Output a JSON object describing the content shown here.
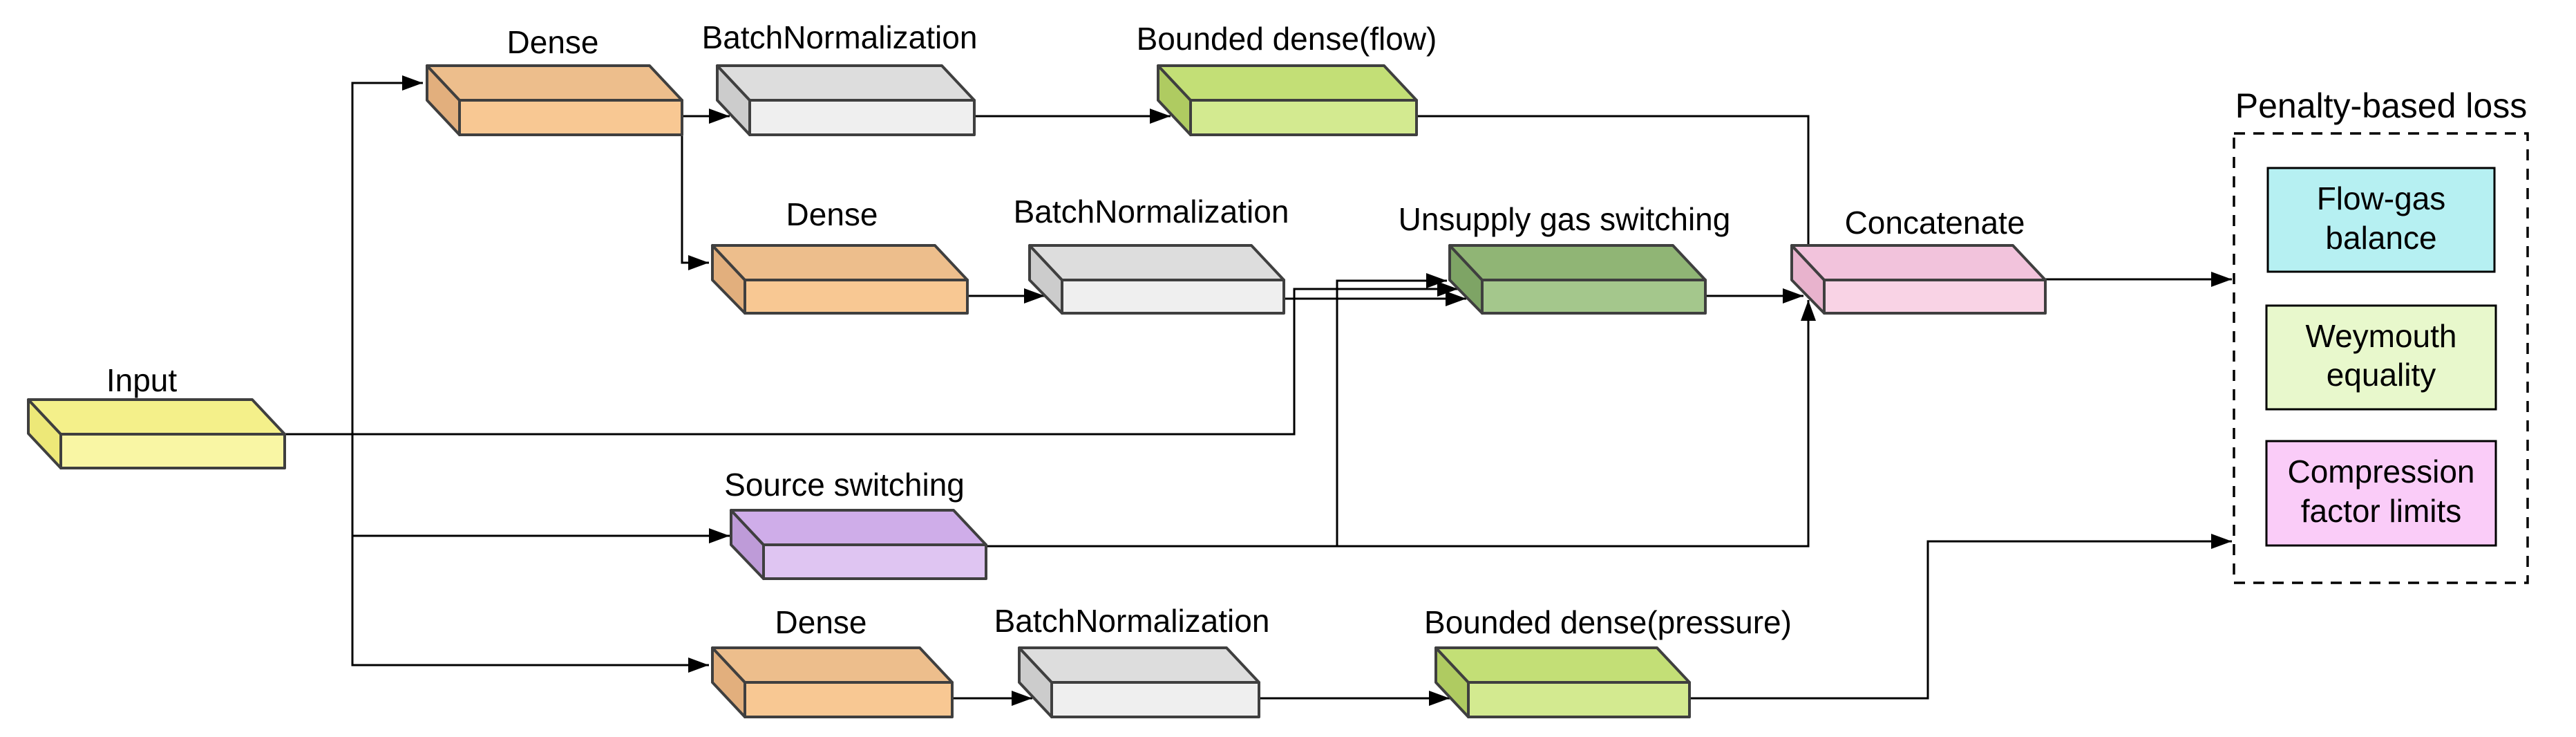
{
  "nodes": {
    "input": {
      "label": "Input"
    },
    "dense1": {
      "label": "Dense"
    },
    "bn1": {
      "label": "BatchNormalization"
    },
    "flow": {
      "label": "Bounded dense(flow)"
    },
    "dense2": {
      "label": "Dense"
    },
    "bn2": {
      "label": "BatchNormalization"
    },
    "unsupply": {
      "label": "Unsupply gas switching"
    },
    "concat": {
      "label": "Concatenate"
    },
    "source": {
      "label": "Source switching"
    },
    "dense3": {
      "label": "Dense"
    },
    "bn3": {
      "label": "BatchNormalization"
    },
    "pressure": {
      "label": "Bounded dense(pressure)"
    }
  },
  "loss_panel": {
    "title": "Penalty-based loss",
    "items": [
      {
        "line1": "Flow-gas",
        "line2": "balance",
        "color": "#b6f0f2"
      },
      {
        "line1": "Weymouth",
        "line2": "equality",
        "color": "#e8f8cc"
      },
      {
        "line1": "Compression",
        "line2": "factor limits",
        "color": "#faccf8"
      }
    ]
  },
  "colors": {
    "yellow": {
      "top": "#f4f08a",
      "front": "#f9f6a4",
      "side": "#ede878"
    },
    "orange": {
      "top": "#edbe8c",
      "front": "#f8c893",
      "side": "#e2af7d"
    },
    "gray": {
      "top": "#dddddd",
      "front": "#efefef",
      "side": "#cccccc"
    },
    "green": {
      "top": "#c3df76",
      "front": "#d3ea90",
      "side": "#afcb61"
    },
    "sage": {
      "top": "#90b575",
      "front": "#a4c78c",
      "side": "#7ea465"
    },
    "purple": {
      "top": "#cfade9",
      "front": "#dfc5f2",
      "side": "#be9bd8"
    },
    "pink": {
      "top": "#f2c3dc",
      "front": "#f9d3e5",
      "side": "#e8b3cd"
    },
    "cyan_panel": "#b6f0f2",
    "weymouth_panel": "#e8f8cc",
    "compression_panel": "#faccf8",
    "wire": "#000000",
    "box_border": "#3f3f3f"
  }
}
